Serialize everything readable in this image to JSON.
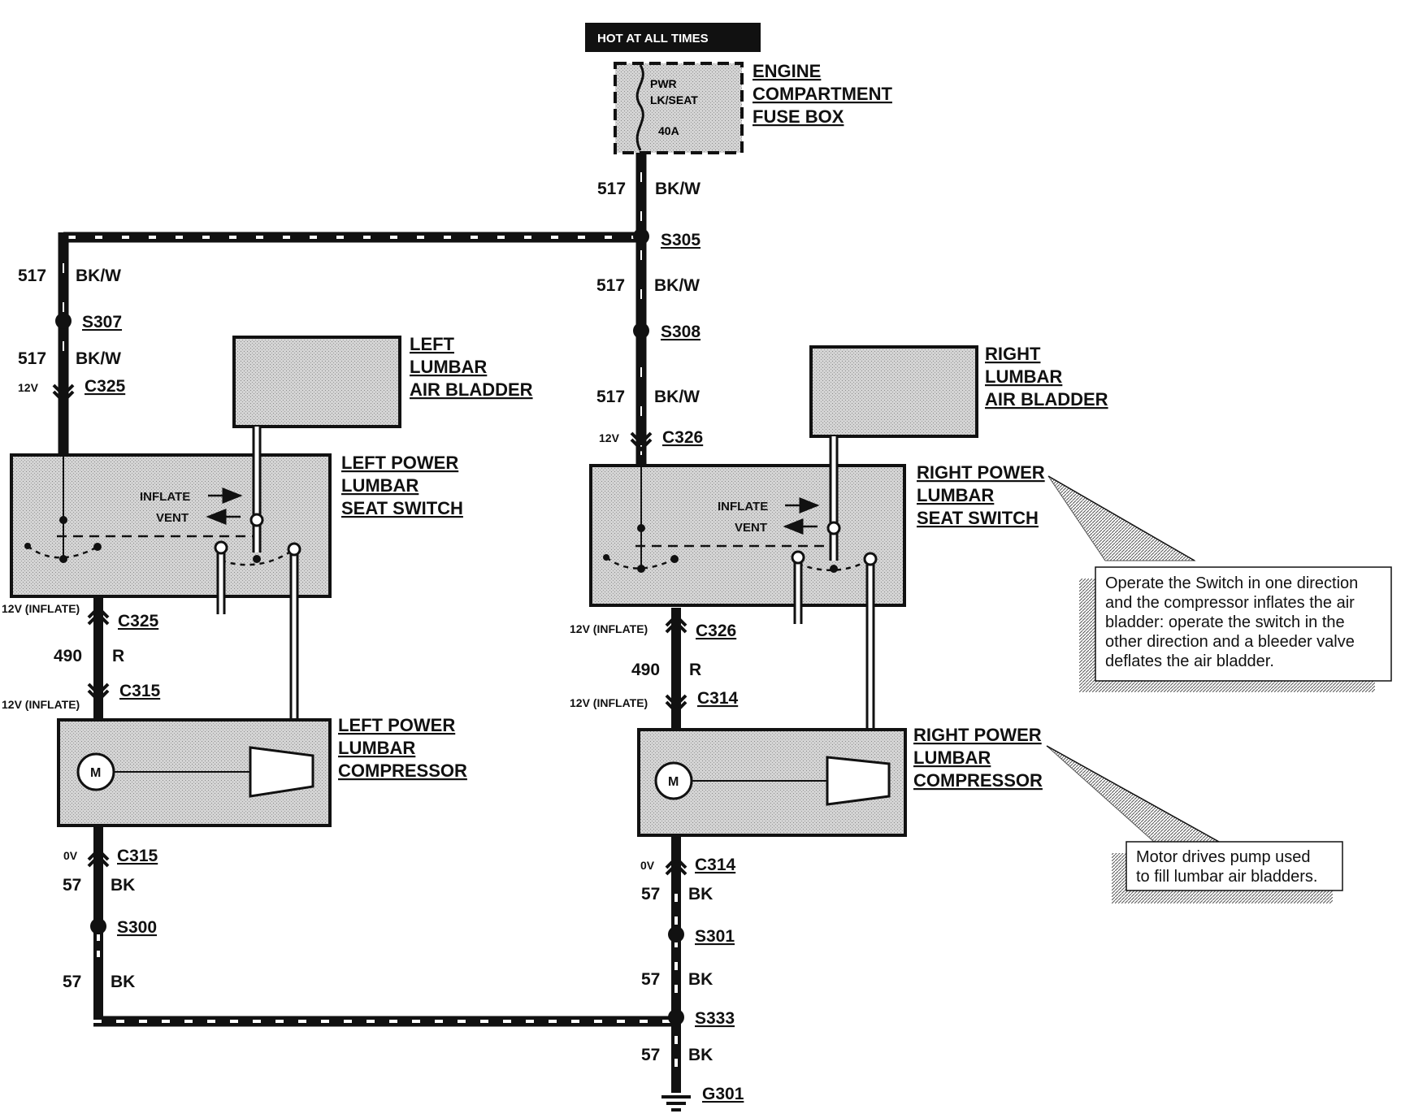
{
  "banner": "HOT AT ALL TIMES",
  "fuse_box": {
    "name_lines": [
      "ENGINE",
      "COMPARTMENT",
      "FUSE BOX"
    ],
    "fuse_lines": [
      "PWR",
      "LK/SEAT",
      "40A"
    ]
  },
  "wires": {
    "c517": "517",
    "bkw": "BK/W",
    "c490": "490",
    "r": "R",
    "c57": "57",
    "bk": "BK"
  },
  "splices": {
    "s305": "S305",
    "s307": "S307",
    "s308": "S308",
    "s300": "S300",
    "s301": "S301",
    "s333": "S333",
    "g301": "G301"
  },
  "connectors": {
    "c325": "C325",
    "c326": "C326",
    "c315": "C315",
    "c314": "C314"
  },
  "voltages": {
    "v12": "12V",
    "v12_inflate": "12V (INFLATE)",
    "v0": "0V"
  },
  "switch_labels": {
    "inflate": "INFLATE",
    "vent": "VENT",
    "motor": "M"
  },
  "components": {
    "left_bladder": [
      "LEFT",
      "LUMBAR",
      "AIR BLADDER"
    ],
    "right_bladder": [
      "RIGHT",
      "LUMBAR",
      "AIR BLADDER"
    ],
    "left_switch": [
      "LEFT POWER",
      "LUMBAR",
      "SEAT SWITCH"
    ],
    "right_switch": [
      "RIGHT POWER",
      "LUMBAR",
      "SEAT SWITCH"
    ],
    "left_compressor": [
      "LEFT POWER",
      "LUMBAR",
      "COMPRESSOR"
    ],
    "right_compressor": [
      "RIGHT POWER",
      "LUMBAR",
      "COMPRESSOR"
    ]
  },
  "notes": {
    "switch_note": [
      "Operate the Switch in one direction",
      "and the compressor inflates the air",
      "bladder: operate the switch in the",
      "other direction and a bleeder valve",
      "deflates the air bladder."
    ],
    "compressor_note": [
      "Motor drives pump used",
      "to fill lumbar air bladders."
    ]
  },
  "colors": {
    "ink": "#111111",
    "fill": "#c9c9c9",
    "shadow": "#9a9a9a",
    "banner_bg": "#111111",
    "banner_text": "#ffffff"
  }
}
